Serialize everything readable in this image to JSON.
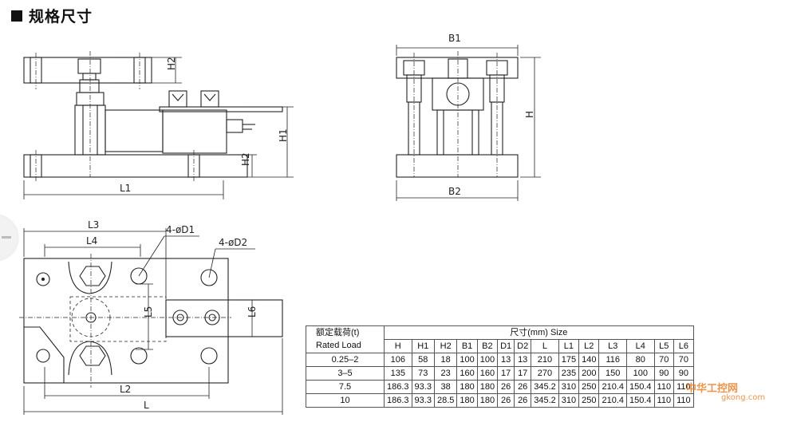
{
  "title": "规格尺寸",
  "drawing_labels": {
    "front_view": {
      "h2_top": "H2",
      "h1": "H1",
      "h2_bottom": "H2",
      "l1": "L1"
    },
    "side_view": {
      "b1": "B1",
      "h": "H",
      "b2": "B2"
    },
    "plan_view": {
      "l3": "L3",
      "l4": "L4",
      "d1": "4-øD1",
      "d2": "4-øD2",
      "l5": "L5",
      "l6": "L6",
      "l2": "L2",
      "l": "L"
    }
  },
  "table": {
    "load_header_cn": "额定载荷(t)",
    "load_header_en": "Rated Load",
    "size_header": "尺寸(mm)  Size",
    "columns": [
      "H",
      "H1",
      "H2",
      "B1",
      "B2",
      "D1",
      "D2",
      "L",
      "L1",
      "L2",
      "L3",
      "L4",
      "L5",
      "L6"
    ],
    "rows": [
      {
        "load": "0.25–2",
        "values": [
          "106",
          "58",
          "18",
          "100",
          "100",
          "13",
          "13",
          "210",
          "175",
          "140",
          "116",
          "80",
          "70",
          "70"
        ]
      },
      {
        "load": "3–5",
        "values": [
          "135",
          "73",
          "23",
          "160",
          "160",
          "17",
          "17",
          "270",
          "235",
          "200",
          "150",
          "100",
          "90",
          "90"
        ]
      },
      {
        "load": "7.5",
        "values": [
          "186.3",
          "93.3",
          "38",
          "180",
          "180",
          "26",
          "26",
          "345.2",
          "310",
          "250",
          "210.4",
          "150.4",
          "110",
          "110"
        ]
      },
      {
        "load": "10",
        "values": [
          "186.3",
          "93.3",
          "28.5",
          "180",
          "180",
          "26",
          "26",
          "345.2",
          "310",
          "250",
          "210.4",
          "150.4",
          "110",
          "110"
        ]
      }
    ]
  },
  "watermark": {
    "line1": "中华工控网",
    "line2": "gkong.com",
    "color": "#e8822a"
  }
}
